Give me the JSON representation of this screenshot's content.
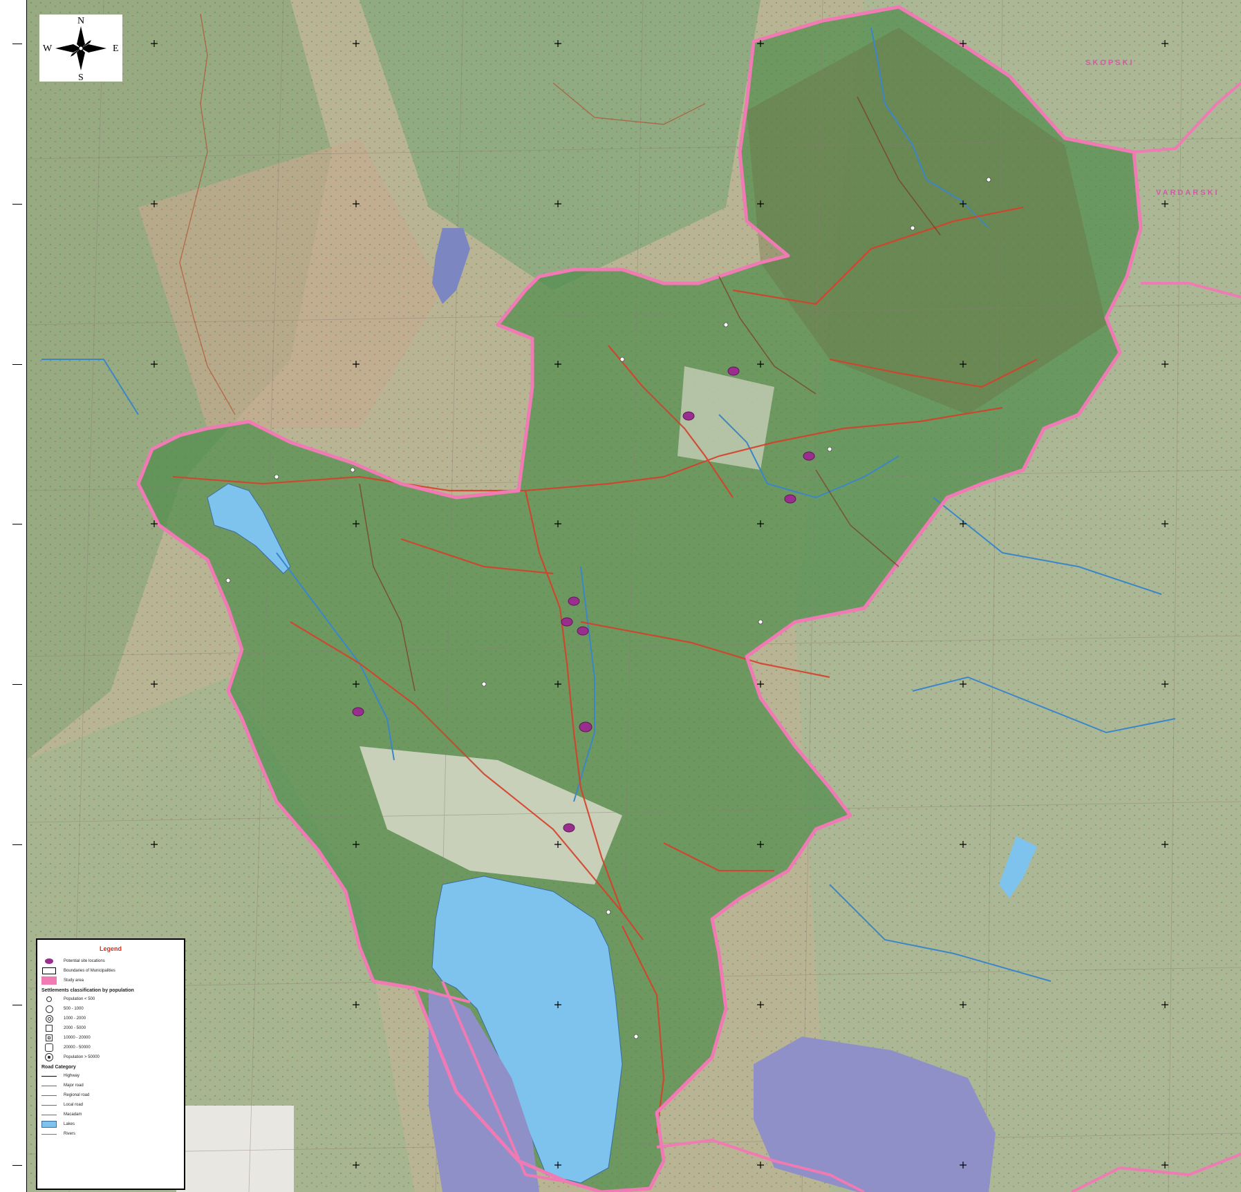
{
  "map": {
    "compass": {
      "n": "N",
      "s": "S",
      "e": "E",
      "w": "W"
    },
    "region_labels": [
      {
        "text": "SKOPSKI"
      },
      {
        "text": "VARDARSKI"
      }
    ],
    "colors": {
      "boundary": "#f07ab3",
      "terrain_green": "#5f9a5a",
      "terrain_brown": "#c9a07a",
      "lake": "#7ec2ee",
      "lake_outside": "#8f90c8",
      "road": "#d6402a",
      "river": "#3a86c8",
      "site": "#9a2e8e"
    }
  },
  "legend": {
    "title": "Legend",
    "items": [
      {
        "label": "Potential site locations",
        "swatch": "site-dot"
      },
      {
        "label": "Boundaries of Municipalities",
        "swatch": "box"
      },
      {
        "label": "Study area",
        "swatch": "study"
      }
    ],
    "settlements_title": "Settlements classification by population",
    "settlements": [
      {
        "label": "Population < 500",
        "swatch": "circ"
      },
      {
        "label": "500 - 1000",
        "swatch": "circ"
      },
      {
        "label": "1000 - 2000",
        "swatch": "circ"
      },
      {
        "label": "2000 - 5000",
        "swatch": "sq"
      },
      {
        "label": "10000 - 20000",
        "swatch": "sq"
      },
      {
        "label": "20000 - 50000",
        "swatch": "sq"
      },
      {
        "label": "Population > 50000",
        "swatch": "circ"
      }
    ],
    "roads_title": "Road Category",
    "roads": [
      {
        "label": "Highway",
        "color": "#000000"
      },
      {
        "label": "Major road",
        "color": "#d6402a"
      },
      {
        "label": "Regional road",
        "color": "#d6402a"
      },
      {
        "label": "Local road",
        "color": "#d6402a"
      },
      {
        "label": "Macadam",
        "color": "#d6402a"
      }
    ],
    "water": [
      {
        "label": "Lakes",
        "swatch": "lake"
      },
      {
        "label": "Rivers",
        "swatch": "river"
      }
    ]
  }
}
